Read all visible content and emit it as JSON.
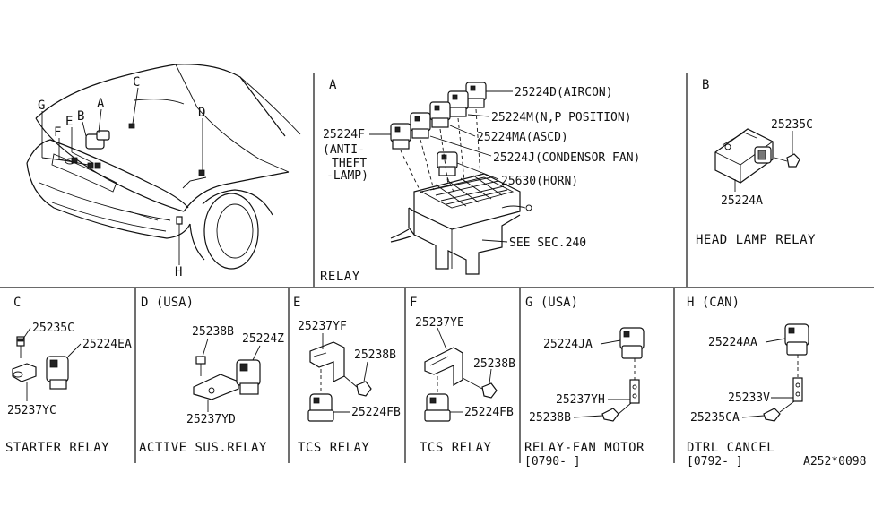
{
  "overview": {
    "callouts": {
      "a": "A",
      "b": "B",
      "c": "C",
      "d": "D",
      "e": "E",
      "f": "F",
      "g": "G",
      "h": "H"
    }
  },
  "panel_a": {
    "letter": "A",
    "title": "RELAY",
    "parts": {
      "p25224d": "25224D(AIRCON)",
      "p25224m": "25224M(N,P POSITION)",
      "p25224ma": "25224MA(ASCD)",
      "p25224j": "25224J(CONDENSOR FAN)",
      "p25630": "25630(HORN)",
      "p25224f": "25224F",
      "anti_1": "(ANTI-",
      "anti_2": "THEFT",
      "anti_3": "-LAMP)",
      "see_sec": "SEE SEC.240"
    }
  },
  "panel_b": {
    "letter": "B",
    "title": "HEAD LAMP RELAY",
    "parts": {
      "p25235c": "25235C",
      "p25224a": "25224A"
    }
  },
  "panel_c": {
    "letter": "C",
    "title": "STARTER RELAY",
    "parts": {
      "p25235c": "25235C",
      "p25224ea": "25224EA",
      "p25237yc": "25237YC"
    }
  },
  "panel_d": {
    "heading": "D (USA)",
    "title": "ACTIVE SUS.RELAY",
    "parts": {
      "p25238b": "25238B",
      "p25224z": "25224Z",
      "p25237yd": "25237YD"
    }
  },
  "panel_e": {
    "letter": "E",
    "title": "TCS RELAY",
    "parts": {
      "p25237yf": "25237YF",
      "p25238b": "25238B",
      "p25224fb": "25224FB"
    }
  },
  "panel_f": {
    "letter": "F",
    "title": "TCS RELAY",
    "parts": {
      "p25237ye": "25237YE",
      "p25238b": "25238B",
      "p25224fb": "25224FB"
    }
  },
  "panel_g": {
    "heading": "G (USA)",
    "title": "RELAY-FAN MOTOR",
    "date": "[0790-      ]",
    "parts": {
      "p25224ja": "25224JA",
      "p25237yh": "25237YH",
      "p25238b": "25238B"
    }
  },
  "panel_h": {
    "heading": "H (CAN)",
    "title": "DTRL CANCEL",
    "date": "[0792-      ]",
    "parts": {
      "p25224aa": "25224AA",
      "p25233v": "25233V",
      "p25235ca": "25235CA"
    }
  },
  "footer": {
    "code": "A252*0098"
  }
}
